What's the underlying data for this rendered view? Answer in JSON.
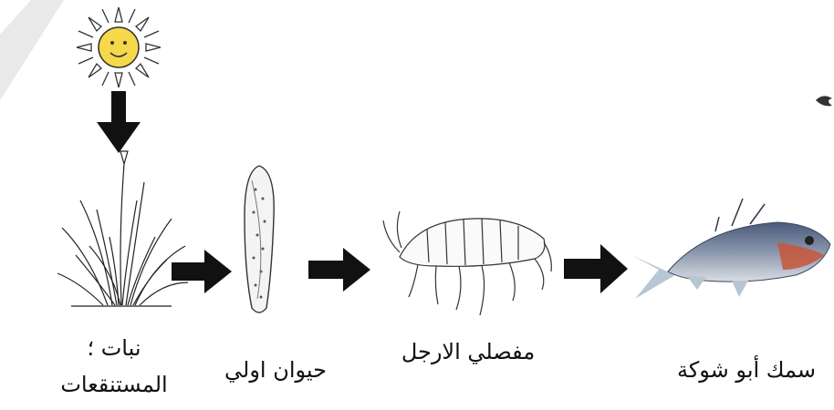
{
  "labels": {
    "plant_line1": "نبات ؛",
    "plant_line2": "المستنقعات",
    "protozoa": "حيوان اولي",
    "arthropod": "مفصلي الارجل",
    "fish": "سمك أبو شوكة"
  },
  "icons": [
    "sun-icon",
    "grass-icon",
    "protozoa-icon",
    "amphipod-icon",
    "stickleback-fish-icon"
  ],
  "colors": {
    "arrow": "#111111",
    "sun_face": "#f6d94a"
  }
}
